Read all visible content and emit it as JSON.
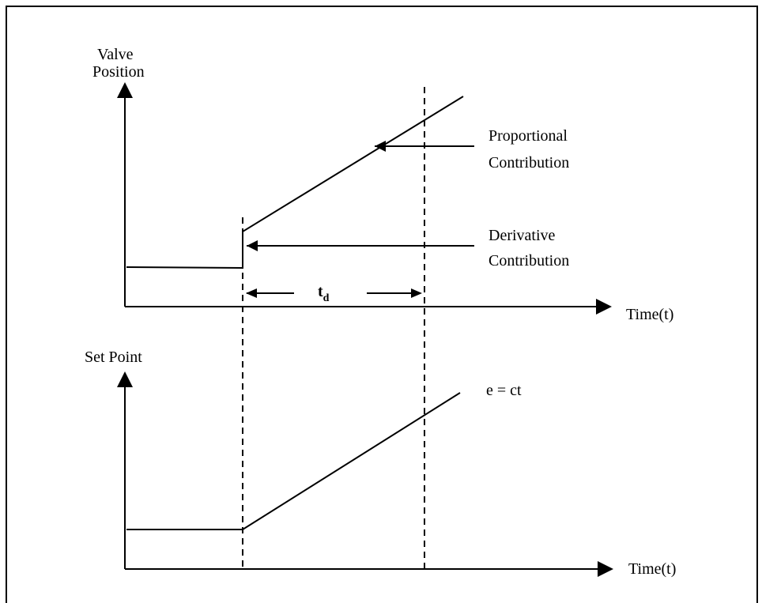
{
  "top_graph": {
    "y_axis_label_line1": "Valve",
    "y_axis_label_line2": "Position",
    "x_axis_label": "Time(t)",
    "proportional_label_line1": "Proportional",
    "proportional_label_line2": "Contribution",
    "derivative_label_line1": "Derivative",
    "derivative_label_line2": "Contribution",
    "interval_symbol": "t",
    "interval_subscript": "d"
  },
  "bottom_graph": {
    "y_axis_label": "Set Point",
    "x_axis_label": "Time(t)",
    "ramp_label": "e = ct"
  },
  "colors": {
    "line": "#000000",
    "background": "#ffffff"
  }
}
